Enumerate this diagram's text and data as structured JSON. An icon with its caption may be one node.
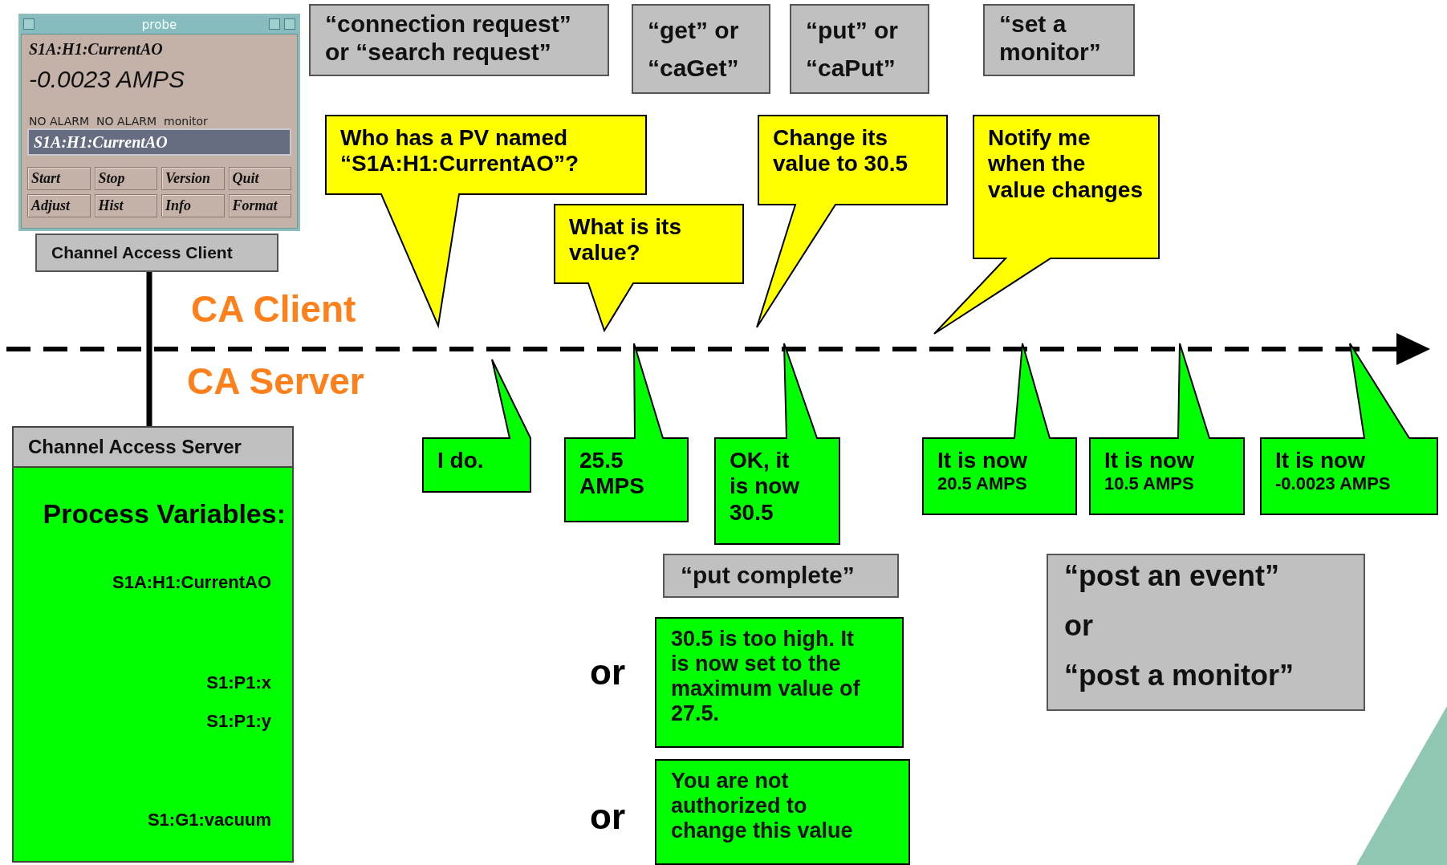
{
  "diagram": {
    "nodes": [
      {
        "text": [
          "probe",
          "S1A:H1:CurrentAO",
          "-0.0023 AMPS",
          "NO ALARM",
          "NO ALARM",
          "monitor",
          "S1A:H1:CurrentAO",
          "Start",
          "Stop",
          "Version",
          "Quit",
          "Adjust",
          "Hist",
          "Info",
          "Format"
        ]
      },
      {
        "text": [
          "Channel Access Client"
        ]
      },
      {
        "text": [
          "Channel Access Server",
          "Process Variables:",
          "S1A:H1:CurrentAO",
          "S1:P1:x",
          "S1:P1:y",
          "S1:G1:vacuum"
        ]
      },
      {
        "text": [
          "“connection request” or “search request”"
        ]
      },
      {
        "text": [
          "“get” or “caGet”"
        ]
      },
      {
        "text": [
          "“put” or “caPut”"
        ]
      },
      {
        "text": [
          "“set a monitor”"
        ]
      },
      {
        "text": [
          "Who has a PV named “S1A:H1:CurrentAO”?"
        ]
      },
      {
        "text": [
          "What is its value?"
        ]
      },
      {
        "text": [
          "Change its value to 30.5"
        ]
      },
      {
        "text": [
          "Notify me when the value changes"
        ]
      },
      {
        "text": [
          "I do."
        ]
      },
      {
        "text": [
          "25.5 AMPS"
        ]
      },
      {
        "text": [
          "OK, it is now 30.5"
        ]
      },
      {
        "text": [
          "It is now",
          "20.5 AMPS"
        ]
      },
      {
        "text": [
          "It is now",
          "10.5 AMPS"
        ]
      },
      {
        "text": [
          "It is now",
          "-0.0023 AMPS"
        ]
      },
      {
        "text": [
          "“put complete”"
        ]
      },
      {
        "text": [
          "“post an event”",
          "or",
          "“post a monitor”"
        ]
      },
      {
        "text": [
          "30.5 is too high. It is now set to the maximum value of 27.5."
        ]
      },
      {
        "text": [
          "You are not authorized to change this value"
        ]
      }
    ],
    "edges": [
      {
        "from": 1,
        "to": 2,
        "arrow": "none"
      }
    ],
    "labels": [
      "CA Client",
      "CA Server",
      "or",
      "or"
    ]
  }
}
